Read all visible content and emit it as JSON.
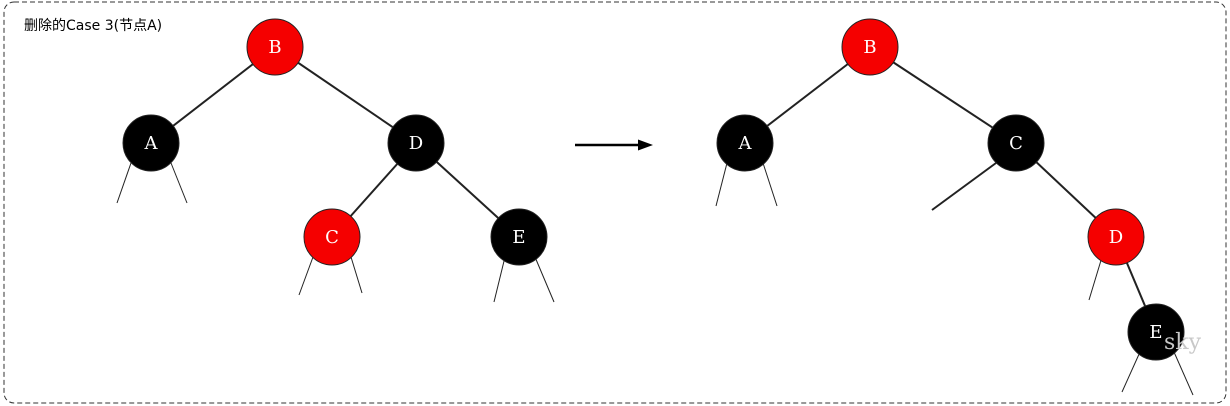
{
  "title": "删除的Case 3(节点A)",
  "watermark": "sky",
  "colors": {
    "red": "#f50000",
    "black": "#000000",
    "node_stroke": "#222222",
    "edge": "#222222"
  },
  "before_tree": {
    "nodes": [
      {
        "id": "B",
        "label": "B",
        "color": "red"
      },
      {
        "id": "A",
        "label": "A",
        "color": "black"
      },
      {
        "id": "D",
        "label": "D",
        "color": "black"
      },
      {
        "id": "C",
        "label": "C",
        "color": "red"
      },
      {
        "id": "E",
        "label": "E",
        "color": "black"
      }
    ],
    "edges": [
      [
        "B",
        "A"
      ],
      [
        "B",
        "D"
      ],
      [
        "D",
        "C"
      ],
      [
        "D",
        "E"
      ]
    ]
  },
  "after_tree": {
    "nodes": [
      {
        "id": "B",
        "label": "B",
        "color": "red"
      },
      {
        "id": "A",
        "label": "A",
        "color": "black"
      },
      {
        "id": "C",
        "label": "C",
        "color": "black"
      },
      {
        "id": "D",
        "label": "D",
        "color": "red"
      },
      {
        "id": "E",
        "label": "E",
        "color": "black"
      }
    ],
    "edges": [
      [
        "B",
        "A"
      ],
      [
        "B",
        "C"
      ],
      [
        "C",
        "D"
      ],
      [
        "D",
        "E"
      ]
    ]
  }
}
